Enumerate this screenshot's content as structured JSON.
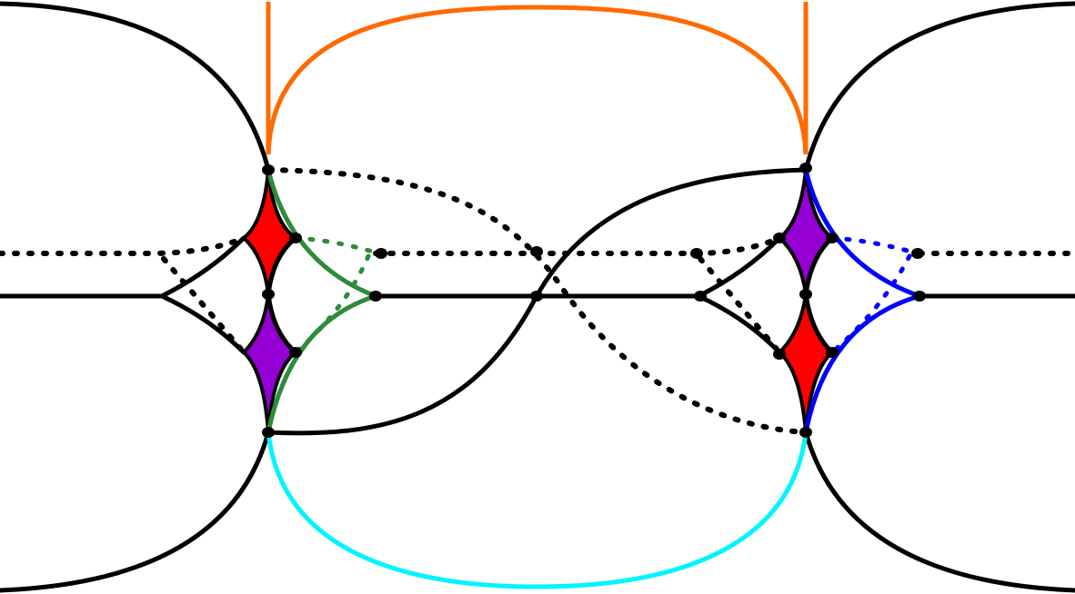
{
  "diagram": {
    "colors": {
      "line": "#000000",
      "orange": "#ff6a00",
      "cyan": "#00f5ff",
      "green": "#2e8b3a",
      "blue": "#0000ff",
      "red": "#ff0000",
      "purple": "#9400d3",
      "background": "#ffffff"
    },
    "line_styles": [
      "solid",
      "dotted"
    ],
    "vertex_count": 21,
    "filled_regions": [
      "red-cusp",
      "purple-cusp"
    ],
    "text_labels": []
  }
}
